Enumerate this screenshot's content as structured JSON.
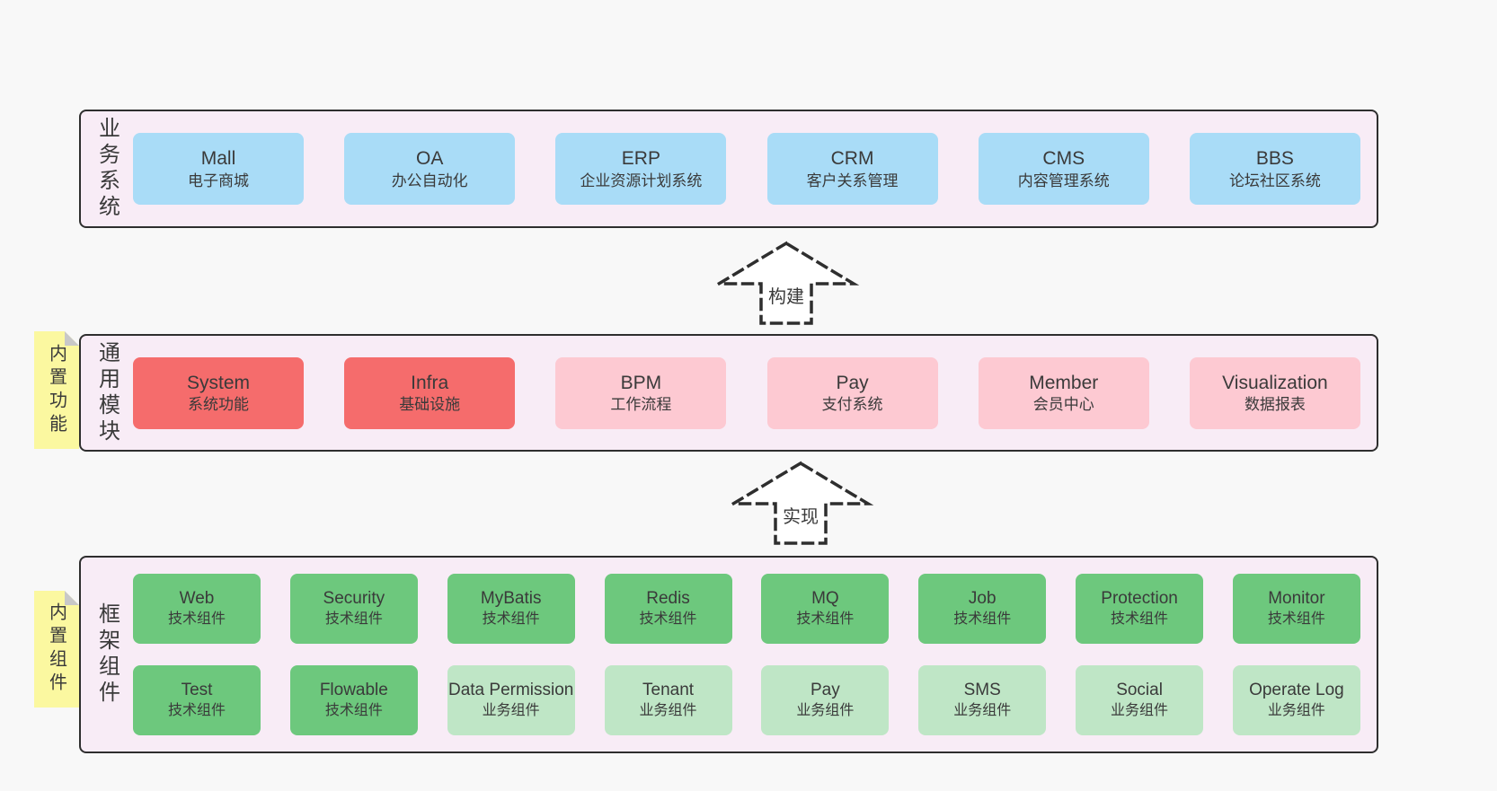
{
  "colors": {
    "canvas_bg": "#f8f8f8",
    "band_bg": "#f8ecf6",
    "band_border": "#2e2e2e",
    "text": "#3a3a3a",
    "blue": "#a9dcf7",
    "red": "#f56c6c",
    "pink": "#fdc9d2",
    "green": "#6dc87d",
    "light_green": "#bfe6c6",
    "sticky_bg": "#fbf8a0",
    "sticky_fold": "#c8c8c8",
    "arrow_fill": "#ffffff"
  },
  "band_business": {
    "label": "业务系统",
    "boxes": [
      {
        "name": "Mall",
        "desc": "电子商城"
      },
      {
        "name": "OA",
        "desc": "办公自动化"
      },
      {
        "name": "ERP",
        "desc": "企业资源计划系统"
      },
      {
        "name": "CRM",
        "desc": "客户关系管理"
      },
      {
        "name": "CMS",
        "desc": "内容管理系统"
      },
      {
        "name": "BBS",
        "desc": "论坛社区系统"
      }
    ]
  },
  "arrow_build": {
    "label": "构建"
  },
  "band_modules": {
    "label": "通用模块",
    "sticky": "内置功能",
    "boxes": [
      {
        "name": "System",
        "desc": "系统功能"
      },
      {
        "name": "Infra",
        "desc": "基础设施"
      },
      {
        "name": "BPM",
        "desc": "工作流程"
      },
      {
        "name": "Pay",
        "desc": "支付系统"
      },
      {
        "name": "Member",
        "desc": "会员中心"
      },
      {
        "name": "Visualization",
        "desc": "数据报表"
      }
    ]
  },
  "arrow_implement": {
    "label": "实现"
  },
  "band_components": {
    "label": "框架组件",
    "sticky": "内置组件",
    "row1": [
      {
        "name": "Web",
        "desc": "技术组件"
      },
      {
        "name": "Security",
        "desc": "技术组件"
      },
      {
        "name": "MyBatis",
        "desc": "技术组件"
      },
      {
        "name": "Redis",
        "desc": "技术组件"
      },
      {
        "name": "MQ",
        "desc": "技术组件"
      },
      {
        "name": "Job",
        "desc": "技术组件"
      },
      {
        "name": "Protection",
        "desc": "技术组件"
      },
      {
        "name": "Monitor",
        "desc": "技术组件"
      }
    ],
    "row2": [
      {
        "name": "Test",
        "desc": "技术组件"
      },
      {
        "name": "Flowable",
        "desc": "技术组件"
      },
      {
        "name": "Data Permission",
        "desc": "业务组件"
      },
      {
        "name": "Tenant",
        "desc": "业务组件"
      },
      {
        "name": "Pay",
        "desc": "业务组件"
      },
      {
        "name": "SMS",
        "desc": "业务组件"
      },
      {
        "name": "Social",
        "desc": "业务组件"
      },
      {
        "name": "Operate Log",
        "desc": "业务组件"
      }
    ]
  }
}
